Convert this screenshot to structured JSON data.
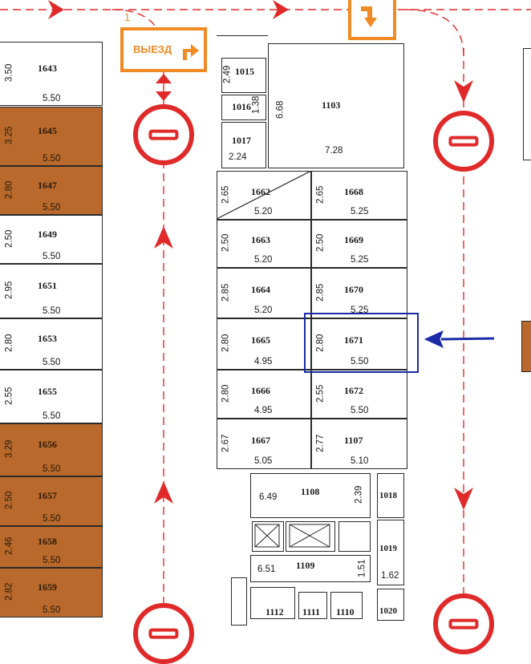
{
  "exit_sign": {
    "label": "ВЫЕЗД",
    "number": "1"
  },
  "colors": {
    "sold": "#b8692b",
    "route": "#e02a2a",
    "sign": "#f08a24",
    "highlight": "#1a2aa8"
  },
  "spots_left": [
    {
      "id": "1643",
      "width": "3.50",
      "length": "5.50",
      "sold": false
    },
    {
      "id": "1645",
      "width": "3.25",
      "length": "5.50",
      "sold": true
    },
    {
      "id": "1647",
      "width": "2.80",
      "length": "5.50",
      "sold": true
    },
    {
      "id": "1649",
      "width": "2.50",
      "length": "5.50",
      "sold": false
    },
    {
      "id": "1651",
      "width": "2.95",
      "length": "5.50",
      "sold": false
    },
    {
      "id": "1653",
      "width": "2.80",
      "length": "5.50",
      "sold": false
    },
    {
      "id": "1655",
      "width": "2.55",
      "length": "5.50",
      "sold": false
    },
    {
      "id": "1656",
      "width": "3.29",
      "length": "5.50",
      "sold": true
    },
    {
      "id": "1657",
      "width": "2.50",
      "length": "5.50",
      "sold": true
    },
    {
      "id": "1658",
      "width": "2.46",
      "length": "5.50",
      "sold": true
    },
    {
      "id": "1659",
      "width": "2.82",
      "length": "5.50",
      "sold": true
    }
  ],
  "rooms_top": [
    {
      "id": "1015",
      "a": "2.49"
    },
    {
      "id": "1016",
      "a": "1.38"
    },
    {
      "id": "1017",
      "a": "2.24"
    },
    {
      "id": "1103",
      "a": "6.68",
      "b": "7.28"
    }
  ],
  "spots_center_left": [
    {
      "id": "1662",
      "width": "2.65",
      "length": "5.20"
    },
    {
      "id": "1663",
      "width": "2.50",
      "length": "5.20"
    },
    {
      "id": "1664",
      "width": "2.85",
      "length": "5.20"
    },
    {
      "id": "1665",
      "width": "2.80",
      "length": "4.95"
    },
    {
      "id": "1666",
      "width": "2.80",
      "length": "4.95"
    },
    {
      "id": "1667",
      "width": "2.67",
      "length": "5.05"
    }
  ],
  "spots_center_right": [
    {
      "id": "1668",
      "width": "2.65",
      "length": "5.25"
    },
    {
      "id": "1669",
      "width": "2.50",
      "length": "5.25"
    },
    {
      "id": "1670",
      "width": "2.85",
      "length": "5.25"
    },
    {
      "id": "1671",
      "width": "2.80",
      "length": "5.50"
    },
    {
      "id": "1672",
      "width": "2.55",
      "length": "5.50"
    },
    {
      "id": "1107",
      "width": "2.77",
      "length": "5.10"
    }
  ],
  "rooms_bottom": [
    {
      "id": "1108",
      "a": "6.49",
      "b": "2.39"
    },
    {
      "id": "1018"
    },
    {
      "id": "1019",
      "a": "1.62"
    },
    {
      "id": "1109",
      "a": "6.51",
      "b": "1.51"
    },
    {
      "id": "1112"
    },
    {
      "id": "1111"
    },
    {
      "id": "1110"
    },
    {
      "id": "1020"
    }
  ]
}
